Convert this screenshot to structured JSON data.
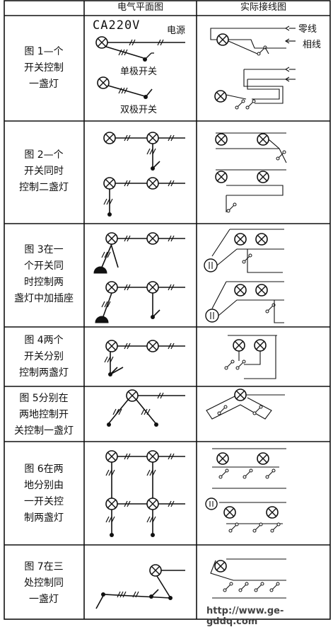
{
  "header": {
    "col_plan": "电气平面图",
    "col_wiring": "实际接线图"
  },
  "rows": [
    {
      "label": [
        "图 1—个",
        "开关控制",
        "一盏灯"
      ]
    },
    {
      "label": [
        "图 2—个",
        "开关同时",
        "控制二盏灯"
      ]
    },
    {
      "label": [
        "图 3在一",
        "个开关同",
        "时控制两",
        "盏灯中加插座"
      ]
    },
    {
      "label": [
        "图 4两个",
        "开关分别",
        "控制两盏灯"
      ]
    },
    {
      "label": [
        "图 5分别在",
        "两地控制开",
        "关控制一盏灯"
      ]
    },
    {
      "label": [
        "图 6在两",
        "地分别由",
        "一开关控",
        "制两盏灯"
      ]
    },
    {
      "label": [
        "图 7在三",
        "处控制同",
        "一盏灯"
      ]
    }
  ],
  "annotations": {
    "voltage": "CA220V",
    "power": "电源",
    "single_switch": "单极开关",
    "double_switch": "双极开关",
    "neutral": "零线",
    "phase": "相线"
  },
  "watermark": "http://www.ge-gddq.com"
}
